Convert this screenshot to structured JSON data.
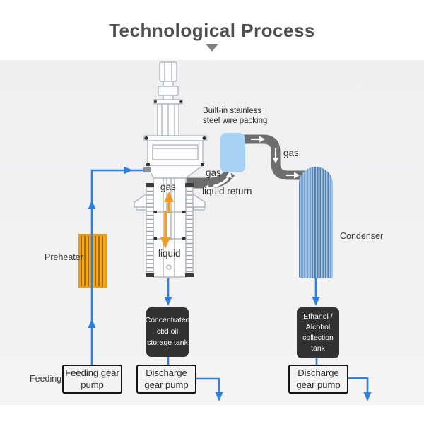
{
  "title": "Technological Process",
  "labels": {
    "packing": "Built-in stainless\nsteel wire packing",
    "gas_to_packing": "gas",
    "liquid_return": "liquid return",
    "gas_to_condenser": "gas",
    "gas_in_column": "gas",
    "liquid_in_column": "liquid",
    "condenser": "Condenser",
    "preheater": "Preheater",
    "feeding": "Feeding"
  },
  "nodes": {
    "feeding_pump": "Feeding gear\npump",
    "discharge_pump_center": "Discharge\ngear pump",
    "discharge_pump_right": "Discharge\ngear pump",
    "cbd_tank": "Concentrated\ncbd oil\nstorage tank",
    "ethanol_tank": "Ethanol /\nAlcohol\ncollection\ntank"
  },
  "colors": {
    "flow_blue": "#2f80dd",
    "arrow_orange": "#f09d20",
    "pipe_gray": "#6d6d6d",
    "preheater_orange": "#f3a71e",
    "packing_blue": "#a9d1f3",
    "condenser_blue": "#9dc0e2",
    "tank_dark": "#323232",
    "title_gray": "#4f4f4f"
  }
}
